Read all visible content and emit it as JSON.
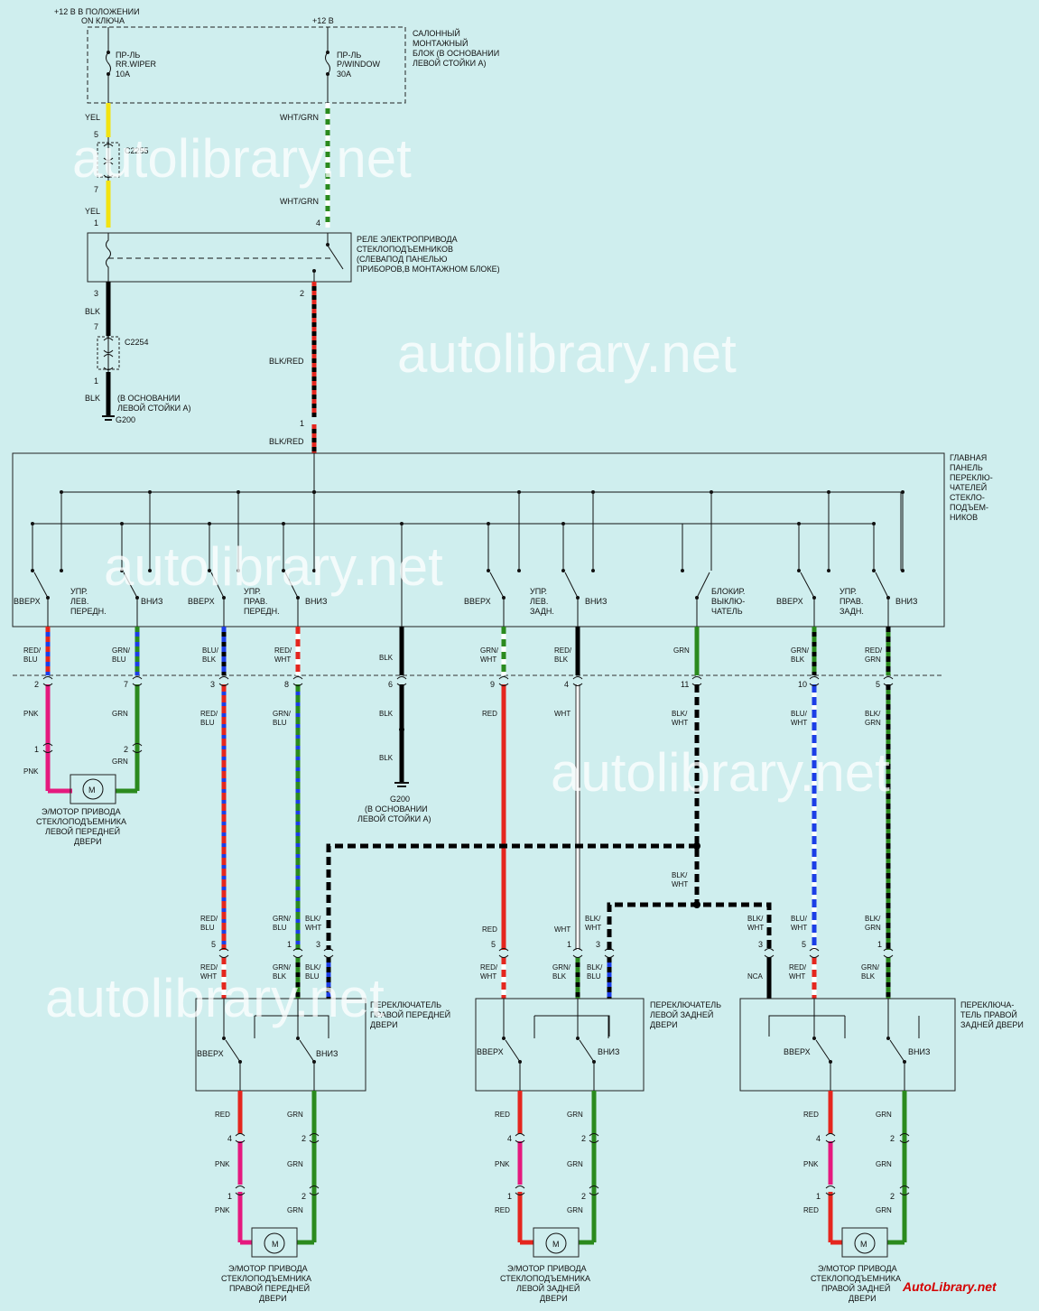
{
  "top": {
    "ign_label": [
      "+12 В В ПОЛОЖЕНИИ",
      "ON КЛЮЧА"
    ],
    "batt_label": "+12 В",
    "fuse1": [
      "ПР-ЛЬ",
      "RR.WIPER",
      "10A"
    ],
    "fuse2": [
      "ПР-ЛЬ",
      "P/WINDOW",
      "30A"
    ],
    "fuse_block": [
      "САЛОННЫЙ",
      "МОНТАЖНЫЙ",
      "БЛОК (В ОСНОВАНИИ",
      "ЛЕВОЙ СТОЙКИ А)"
    ]
  },
  "connectors": {
    "c2255": "C2255",
    "c2254": "C2254"
  },
  "relay": [
    "РЕЛЕ ЭЛЕКТРОПРИВОДА",
    "СТЕКЛОПОДЪЕМНИКОВ",
    "(СЛЕВАПОД ПАНЕЛЬЮ",
    "ПРИБОРОВ,В МОНТАЖНОМ БЛОКЕ)"
  ],
  "ground_top": {
    "note": [
      "(В ОСНОВАНИИ",
      "ЛЕВОЙ СТОЙКИ А)"
    ],
    "name": "G200"
  },
  "main_panel": {
    "title": [
      "ГЛАВНАЯ",
      "ПАНЕЛЬ",
      "ПЕРЕКЛЮ-",
      "ЧАТЕЛЕЙ",
      "СТЕКЛО-",
      "ПОДЪЕМ-",
      "НИКОВ"
    ],
    "up": "ВВЕРХ",
    "down": "ВНИЗ",
    "groups": [
      [
        "УПР.",
        "ЛЕВ.",
        "ПЕРЕДН."
      ],
      [
        "УПР.",
        "ПРАВ.",
        "ПЕРЕДН."
      ],
      [
        "УПР.",
        "ЛЕВ.",
        "ЗАДН."
      ],
      [
        "УПР.",
        "ПРАВ.",
        "ЗАДН."
      ]
    ],
    "lock": [
      "БЛОКИР.",
      "ВЫКЛЮ-",
      "ЧАТЕЛЬ"
    ]
  },
  "ground_mid": {
    "name": "G200",
    "note": [
      "(В ОСНОВАНИИ",
      "ЛЕВОЙ СТОЙКИ А)"
    ]
  },
  "motors": {
    "symbol": "M",
    "lf": [
      "Э/МОТОР ПРИВОДА",
      "СТЕКЛОПОДЪЕМНИКА",
      "ЛЕВОЙ ПЕРЕДНЕЙ",
      "ДВЕРИ"
    ],
    "rf": [
      "Э/МОТОР ПРИВОДА",
      "СТЕКЛОПОДЪЕМНИКА",
      "ПРАВОЙ ПЕРЕДНЕЙ",
      "ДВЕРИ"
    ],
    "lr": [
      "Э/МОТОР ПРИВОДА",
      "СТЕКЛОПОДЪЕМНИКА",
      "ЛЕВОЙ ЗАДНЕЙ",
      "ДВЕРИ"
    ],
    "rr": [
      "Э/МОТОР ПРИВОДА",
      "СТЕКЛОПОДЪЕМНИКА",
      "ПРАВОЙ ЗАДНЕЙ",
      "ДВЕРИ"
    ]
  },
  "door_switches": {
    "rf": [
      "ПЕРЕКЛЮЧАТЕЛЬ",
      "ПРАВОЙ ПЕРЕДНЕЙ",
      "ДВЕРИ"
    ],
    "lr": [
      "ПЕРЕКЛЮЧАТЕЛЬ",
      "ЛЕВОЙ ЗАДНЕЙ",
      "ДВЕРИ"
    ],
    "rr": [
      "ПЕРЕКЛЮЧА-",
      "ТЕЛЬ ПРАВОЙ",
      "ЗАДНЕЙ ДВЕРИ"
    ]
  },
  "wires": {
    "yel": "YEL",
    "wht_grn": "WHT/GRN",
    "blk": "BLK",
    "blk_red": "BLK/RED",
    "red_blu": [
      "RED/",
      "BLU"
    ],
    "grn_blu": [
      "GRN/",
      "BLU"
    ],
    "blu_blk": [
      "BLU/",
      "BLK"
    ],
    "red_wht": [
      "RED/",
      "WHT"
    ],
    "grn_wht": [
      "GRN/",
      "WHT"
    ],
    "red_blk": [
      "RED/",
      "BLK"
    ],
    "grn": "GRN",
    "grn_blk": [
      "GRN/",
      "BLK"
    ],
    "red_grn": [
      "RED/",
      "GRN"
    ],
    "pnk": "PNK",
    "red": "RED",
    "wht": "WHT",
    "blk_wht": [
      "BLK/",
      "WHT"
    ],
    "blu_wht": [
      "BLU/",
      "WHT"
    ],
    "blk_grn": [
      "BLK/",
      "GRN"
    ],
    "blk_blu": [
      "BLK/",
      "BLU"
    ],
    "nca": "NCA"
  },
  "watermark": "autolibrary.net",
  "footer": "AutoLibrary.net",
  "colors": {
    "background": "#cfeeee",
    "yellow": "#f2e311",
    "green": "#2b8a1e",
    "red": "#e5261e",
    "blue": "#1c3ee6",
    "pink": "#e5197e",
    "black": "#000000",
    "white": "#ffffff"
  }
}
